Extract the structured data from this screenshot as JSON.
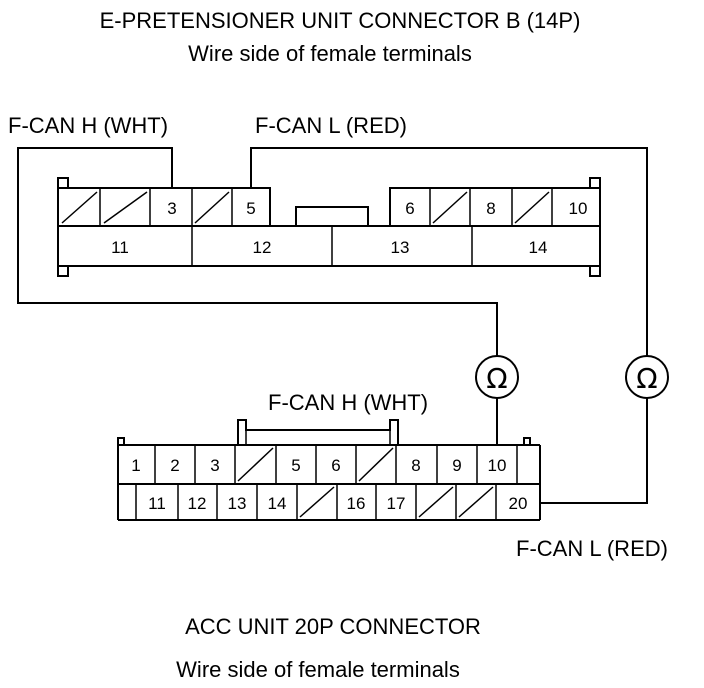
{
  "top_connector": {
    "title": "E-PRETENSIONER UNIT CONNECTOR B (14P)",
    "subtitle": "Wire side of female terminals",
    "wire_h_label": "F-CAN H (WHT)",
    "wire_l_label": "F-CAN L (RED)",
    "pins": {
      "p3": "3",
      "p5": "5",
      "p6": "6",
      "p8": "8",
      "p10": "10",
      "p11": "11",
      "p12": "12",
      "p13": "13",
      "p14": "14"
    }
  },
  "bottom_connector": {
    "title": "ACC UNIT 20P CONNECTOR",
    "subtitle": "Wire side of female terminals",
    "wire_h_label": "F-CAN H (WHT)",
    "wire_l_label": "F-CAN L (RED)",
    "pins": {
      "p1": "1",
      "p2": "2",
      "p3": "3",
      "p5": "5",
      "p6": "6",
      "p8": "8",
      "p9": "9",
      "p10": "10",
      "p11": "11",
      "p12": "12",
      "p13": "13",
      "p14": "14",
      "p16": "16",
      "p17": "17",
      "p20": "20"
    }
  },
  "meters": {
    "left_symbol": "Ω",
    "right_symbol": "Ω"
  }
}
